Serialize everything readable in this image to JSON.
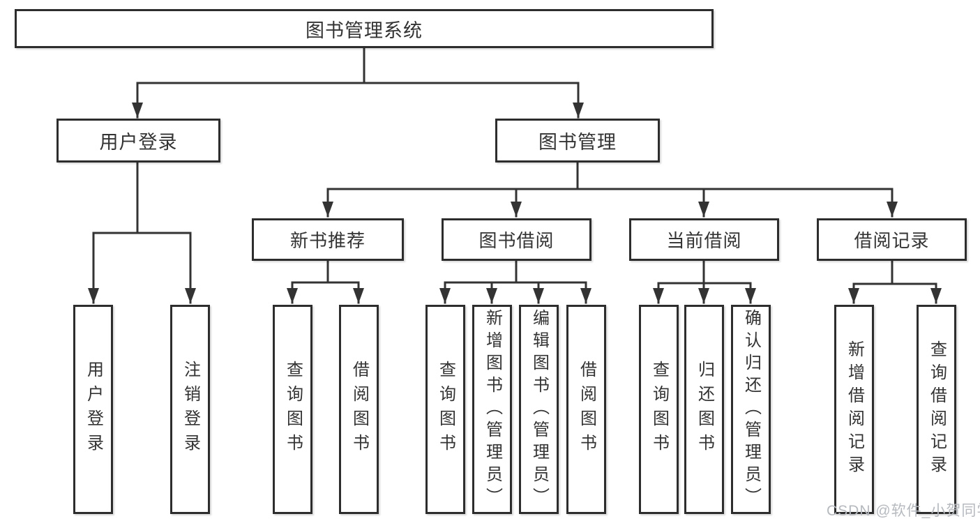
{
  "tree": {
    "label": "图书管理系统",
    "children": [
      {
        "label": "用户登录",
        "children": [
          {
            "label": "用户登录"
          },
          {
            "label": "注销登录"
          }
        ]
      },
      {
        "label": "图书管理",
        "children": [
          {
            "label": "新书推荐",
            "children": [
              {
                "label": "查询图书"
              },
              {
                "label": "借阅图书"
              }
            ]
          },
          {
            "label": "图书借阅",
            "children": [
              {
                "label": "查询图书"
              },
              {
                "label": "新增图书（管理员）"
              },
              {
                "label": "编辑图书（管理员）"
              },
              {
                "label": "借阅图书"
              }
            ]
          },
          {
            "label": "当前借阅",
            "children": [
              {
                "label": "查询图书"
              },
              {
                "label": "归还图书"
              },
              {
                "label": "确认归还（管理员）"
              }
            ]
          },
          {
            "label": "借阅记录",
            "children": [
              {
                "label": "新增借阅记录"
              },
              {
                "label": "查询借阅记录"
              }
            ]
          }
        ]
      }
    ]
  },
  "watermark": {
    "text": "CSDN @软件_小贺同学"
  },
  "colors": {
    "line": "#333333",
    "box_border": "#2d2d2d",
    "text": "#333333",
    "watermark": "#b6babf",
    "background": "#ffffff"
  }
}
